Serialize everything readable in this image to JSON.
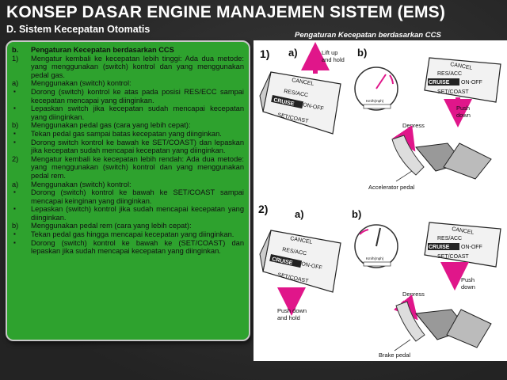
{
  "title": "KONSEP DASAR ENGINE MANAJEMEN SISTEM (EMS)",
  "subtitle": "D.   Sistem Kecepatan Otomatis",
  "figure_caption": "Pengaturan Kecepatan berdasarkan CCS",
  "text_rows": [
    {
      "m": "b.",
      "t": "Pengaturan Kecepatan berdasarkan CCS",
      "style": "bold"
    },
    {
      "m": "1)",
      "t": "Mengatur kembali ke kecepatan lebih tinggi: Ada dua metode: yang menggunakan (switch) kontrol dan yang menggunakan pedal gas.",
      "style": ""
    },
    {
      "m": "a)",
      "t": "Menggunakan (switch) kontrol:",
      "style": ""
    },
    {
      "m": "▪",
      "t": "Dorong (switch) kontrol ke atas pada posisi RES/ECC sampai kecepatan mencapai yang diinginkan.",
      "style": "bullet"
    },
    {
      "m": "▪",
      "t": "Lepaskan switch jika kecepatan sudah mencapai kecepatan yang diinginkan.",
      "style": "bullet"
    },
    {
      "m": "b)",
      "t": "Menggunakan pedal gas (cara yang lebih cepat):",
      "style": ""
    },
    {
      "m": "▪",
      "t": "Tekan pedal gas sampai batas kecepatan yang diinginkan.",
      "style": "bullet"
    },
    {
      "m": "▪",
      "t": "Dorong switch kontrol ke bawah ke SET/COAST) dan lepaskan jika kecepatan sudah mencapai kecepatan yang diinginkan.",
      "style": "bullet"
    },
    {
      "m": "2)",
      "t": "Mengatur kembali ke kecepatan lebih rendah: Ada dua metode: yang menggunakan (switch) kontrol dan yang menggunakan pedal rem.",
      "style": ""
    },
    {
      "m": "a)",
      "t": "Menggunakan (switch) kontrol:",
      "style": ""
    },
    {
      "m": "▪",
      "t": "Dorong (switch) kontrol ke bawah ke SET/COAST sampai mencapai keinginan yang diinginkan.",
      "style": "bullet"
    },
    {
      "m": "▪",
      "t": "Lepaskan (switch) kontrol jika sudah mencapai kecepatan yang diinginkan.",
      "style": "bullet"
    },
    {
      "m": "b)",
      "t": "Menggunakan pedal rem (cara yang lebih cepat):",
      "style": ""
    },
    {
      "m": "▪",
      "t": "Tekan pedal gas hingga mencapai kecepatan yang diinginkan.",
      "style": "bullet"
    },
    {
      "m": "▪",
      "t": "Dorong (switch) kontrol ke bawah ke (SET/COAST) dan lepaskan jika sudah mencapai kecepatan yang diinginkan.",
      "style": "bullet"
    }
  ],
  "illustration": {
    "step1": "1)",
    "step2": "2)",
    "a": "a)",
    "b": "b)",
    "lift_up": "Lift up",
    "and_hold": "and hold",
    "push": "Push",
    "down": "down",
    "push_down": "Push down",
    "and_hold2": "and hold",
    "depress": "Depress",
    "accelerator_pedal": "Accelerator pedal",
    "brake_pedal": "Brake pedal",
    "cancel": "CANCEL",
    "res_acc": "RES/ACC",
    "cruise": "CRUISE",
    "on_off": "ON-OFF",
    "set_coast": "SET/COAST",
    "kmh": "Km/h(mph)",
    "arrow_color": "#e0168a"
  }
}
